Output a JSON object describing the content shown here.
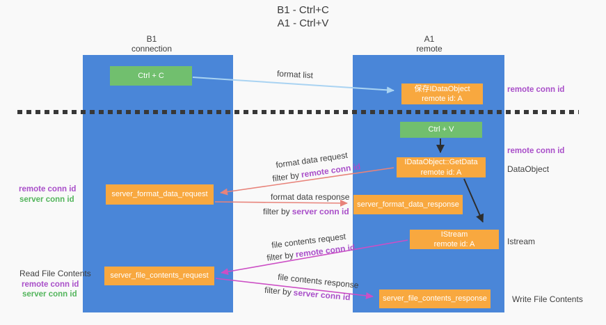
{
  "title": {
    "line1": "B1 - Ctrl+C",
    "line2": "A1 - Ctrl+V"
  },
  "lanes": {
    "left": {
      "name": "B1",
      "role": "connection"
    },
    "right": {
      "name": "A1",
      "role": "remote"
    }
  },
  "nodes": {
    "ctrl_c": "Ctrl + C",
    "ctrl_v": "Ctrl + V",
    "save_dataobject_line1": "保存IDataObject",
    "save_dataobject_line2": "remote id: A",
    "getdata_line1": "IDataObject::GetData",
    "getdata_line2": "remote id: A",
    "istream_line1": "IStream",
    "istream_line2": "remote id: A",
    "server_format_data_request": "server_format_data_request",
    "server_format_data_response": "server_format_data_response",
    "server_file_contents_request": "server_file_contents_request",
    "server_file_contents_response": "server_file_contents_response"
  },
  "arrow_labels": {
    "format_list": "format list",
    "format_data_request": "format data request",
    "format_data_response": "format data response",
    "file_contents_request": "file contents request",
    "file_contents_response": "file contents response",
    "filter_by": "filter by",
    "remote_conn_id": "remote conn id",
    "server_conn_id": "server conn id"
  },
  "side_labels": {
    "remote_conn_id": "remote conn id",
    "server_conn_id": "server conn id",
    "dataobject": "DataObject",
    "istream": "Istream",
    "read_file_contents": "Read File Contents",
    "write_file_contents": "Write File Contents"
  },
  "colors": {
    "lane_blue": "#4a86d8",
    "green_box": "#71bf6e",
    "orange_box": "#f8a83f",
    "purple_label": "#a94fc9",
    "green_label": "#53b55c",
    "red_arrow": "#e8837a",
    "magenta_arrow": "#cc4fc5",
    "light_blue_arrow": "#a9d3f2",
    "black_arrow": "#2d2d2d"
  }
}
